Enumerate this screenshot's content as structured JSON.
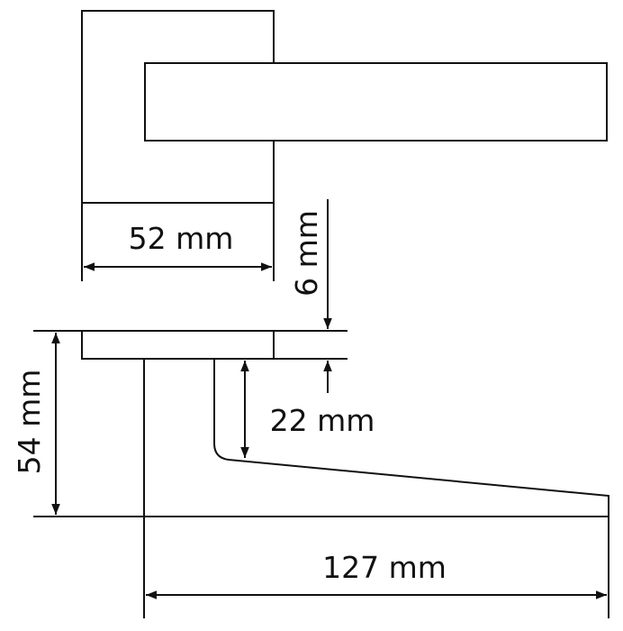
{
  "diagram": {
    "title": "",
    "dimensions": {
      "rosette_width": "52 mm",
      "rosette_thickness": "6 mm",
      "lever_offset": "22 mm",
      "total_height": "54 mm",
      "lever_length": "127 mm"
    },
    "colors": {
      "line": "#111111",
      "background": "#ffffff"
    }
  }
}
